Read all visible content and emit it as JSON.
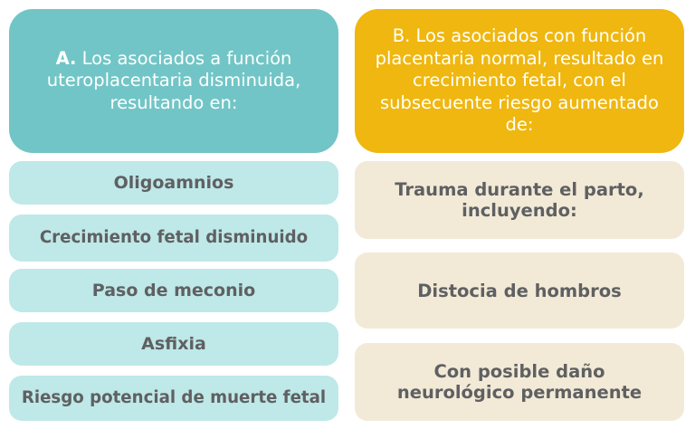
{
  "column_a": {
    "header_letter": "A.",
    "header_text": "Los asociados a función uteroplacentaria disminuida, resultando en:",
    "items": [
      "Oligoamnios",
      "Crecimiento fetal disminuido",
      "Paso de meconio",
      "Asfixia",
      "Riesgo potencial de muerte fetal"
    ]
  },
  "column_b": {
    "header_text": "B. Los asociados con función placentaria normal, resultado en crecimiento fetal, con el subsecuente riesgo aumentado de:",
    "items": [
      "Trauma durante el parto, incluyendo:",
      "Distocia de hombros",
      "Con posible daño neurológico permanente"
    ]
  },
  "colors": {
    "header_a": "#72c5c6",
    "header_b": "#efb70f",
    "item_a": "#bfe8e8",
    "item_b": "#f2ead6",
    "text": "#5f6062"
  }
}
